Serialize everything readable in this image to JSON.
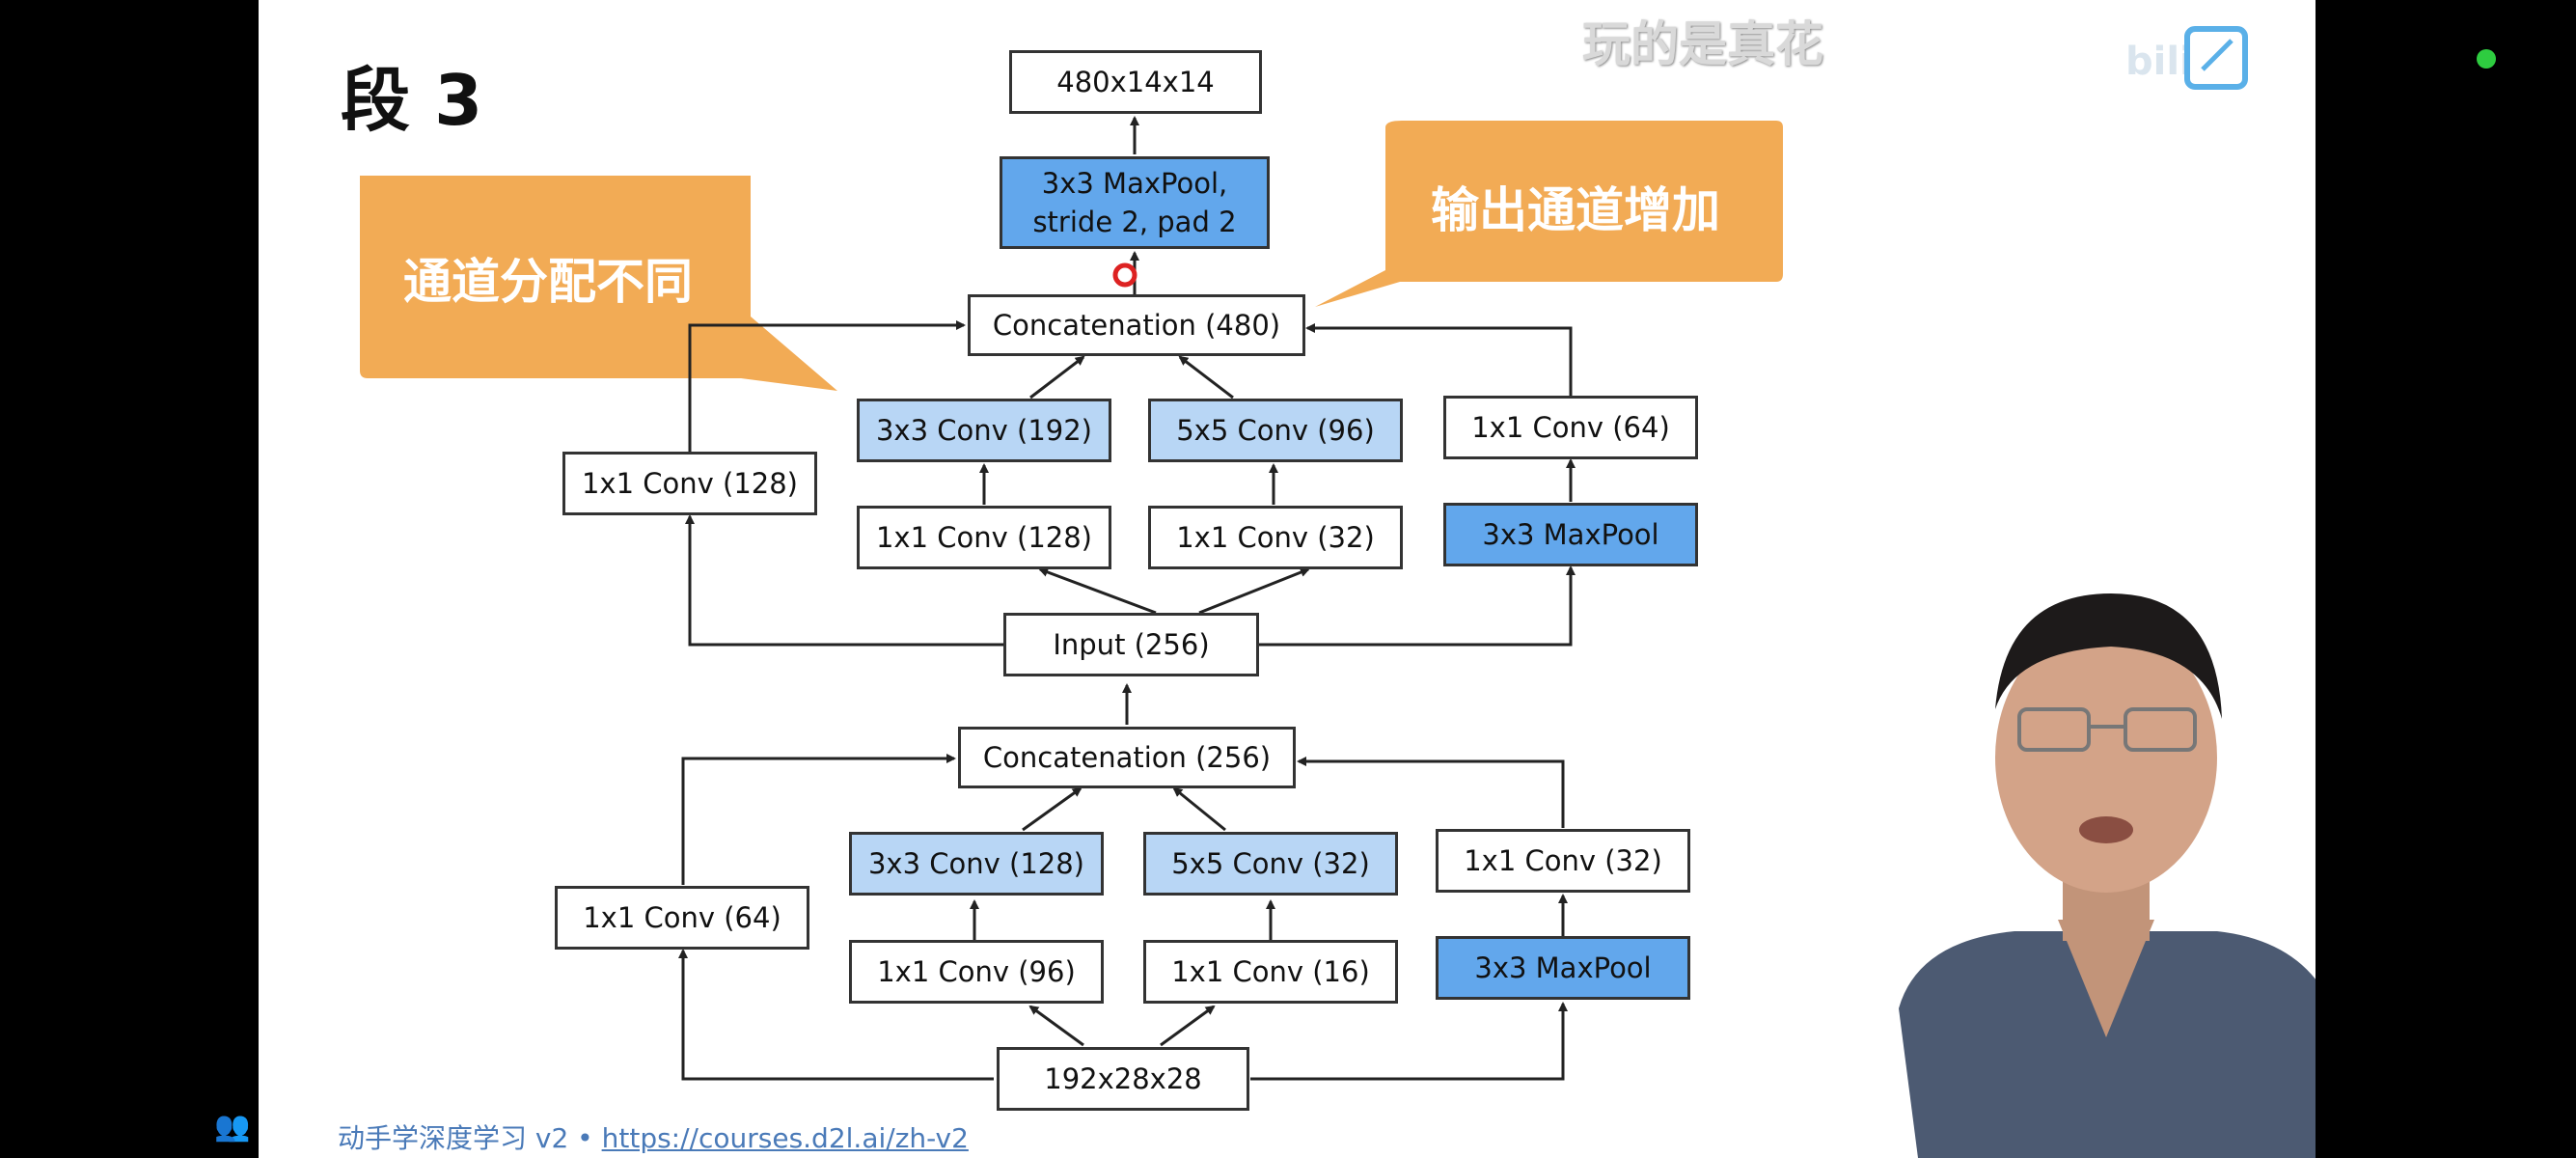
{
  "slide": {
    "title": "段 3",
    "footer_text": "动手学深度学习 v2 • ",
    "footer_url": "https://courses.d2l.ai/zh-v2",
    "callout_left": "通道分配不同",
    "callout_right": "输出通道增加",
    "colors": {
      "callout": "#f2ab55",
      "light_box": "#b8d6f5",
      "dark_box": "#62a7ec",
      "footer": "#4a7ab8"
    }
  },
  "diagram": {
    "output": "480x14x14",
    "maxpool_final_line1": "3x3 MaxPool,",
    "maxpool_final_line2": "stride 2, pad 2",
    "inception_upper": {
      "concat": "Concatenation (480)",
      "path1": "1x1 Conv (128)",
      "path2_conv": "3x3 Conv (192)",
      "path2_reduce": "1x1 Conv (128)",
      "path3_conv": "5x5 Conv (96)",
      "path3_reduce": "1x1 Conv (32)",
      "path4_conv": "1x1 Conv (64)",
      "path4_pool": "3x3 MaxPool",
      "input": "Input (256)"
    },
    "inception_lower": {
      "concat": "Concatenation (256)",
      "path1": "1x1 Conv (64)",
      "path2_conv": "3x3 Conv (128)",
      "path2_reduce": "1x1 Conv (96)",
      "path3_conv": "5x5 Conv (32)",
      "path3_reduce": "1x1 Conv (16)",
      "path4_conv": "1x1 Conv (32)",
      "path4_pool": "3x3 MaxPool",
      "input": "192x28x28"
    }
  },
  "overlay": {
    "danmaku": "玩的是真花",
    "watermark": "bilibili",
    "status_color": "#2ecc40"
  }
}
